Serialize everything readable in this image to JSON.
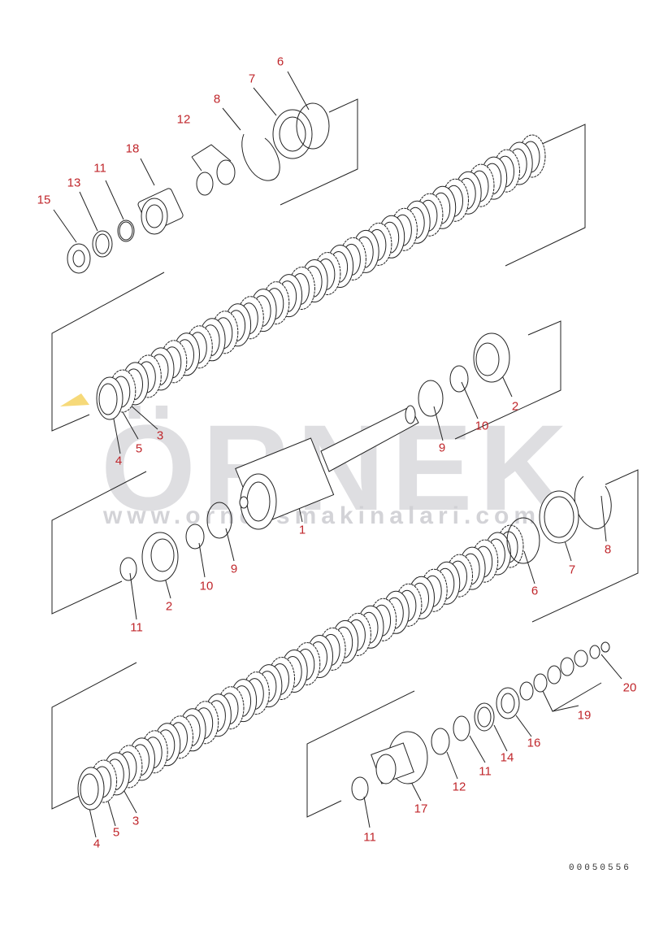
{
  "diagram": {
    "drawing_code": "00050556",
    "watermark": {
      "word": "ÖRNEK",
      "url": "www.orneksmakinalari.com.tr",
      "accent_color": "#f0c020"
    },
    "line_color": "#222222",
    "label_color": "#c0262b",
    "callouts": [
      {
        "id": "c6a",
        "text": "6"
      },
      {
        "id": "c7a",
        "text": "7"
      },
      {
        "id": "c8a",
        "text": "8"
      },
      {
        "id": "c12a",
        "text": "12"
      },
      {
        "id": "c18",
        "text": "18"
      },
      {
        "id": "c11a",
        "text": "11"
      },
      {
        "id": "c13",
        "text": "13"
      },
      {
        "id": "c15",
        "text": "15"
      },
      {
        "id": "c2a",
        "text": "2"
      },
      {
        "id": "c10a",
        "text": "10"
      },
      {
        "id": "c9a",
        "text": "9"
      },
      {
        "id": "c3a",
        "text": "3"
      },
      {
        "id": "c5a",
        "text": "5"
      },
      {
        "id": "c4a",
        "text": "4"
      },
      {
        "id": "c1",
        "text": "1"
      },
      {
        "id": "c8b",
        "text": "8"
      },
      {
        "id": "c7b",
        "text": "7"
      },
      {
        "id": "c6b",
        "text": "6"
      },
      {
        "id": "c9b",
        "text": "9"
      },
      {
        "id": "c10b",
        "text": "10"
      },
      {
        "id": "c2b",
        "text": "2"
      },
      {
        "id": "c11b",
        "text": "11"
      },
      {
        "id": "c20",
        "text": "20"
      },
      {
        "id": "c19",
        "text": "19"
      },
      {
        "id": "c16",
        "text": "16"
      },
      {
        "id": "c14",
        "text": "14"
      },
      {
        "id": "c11c",
        "text": "11"
      },
      {
        "id": "c12b",
        "text": "12"
      },
      {
        "id": "c17",
        "text": "17"
      },
      {
        "id": "c3b",
        "text": "3"
      },
      {
        "id": "c5b",
        "text": "5"
      },
      {
        "id": "c4b",
        "text": "4"
      },
      {
        "id": "c11d",
        "text": "11"
      }
    ]
  }
}
